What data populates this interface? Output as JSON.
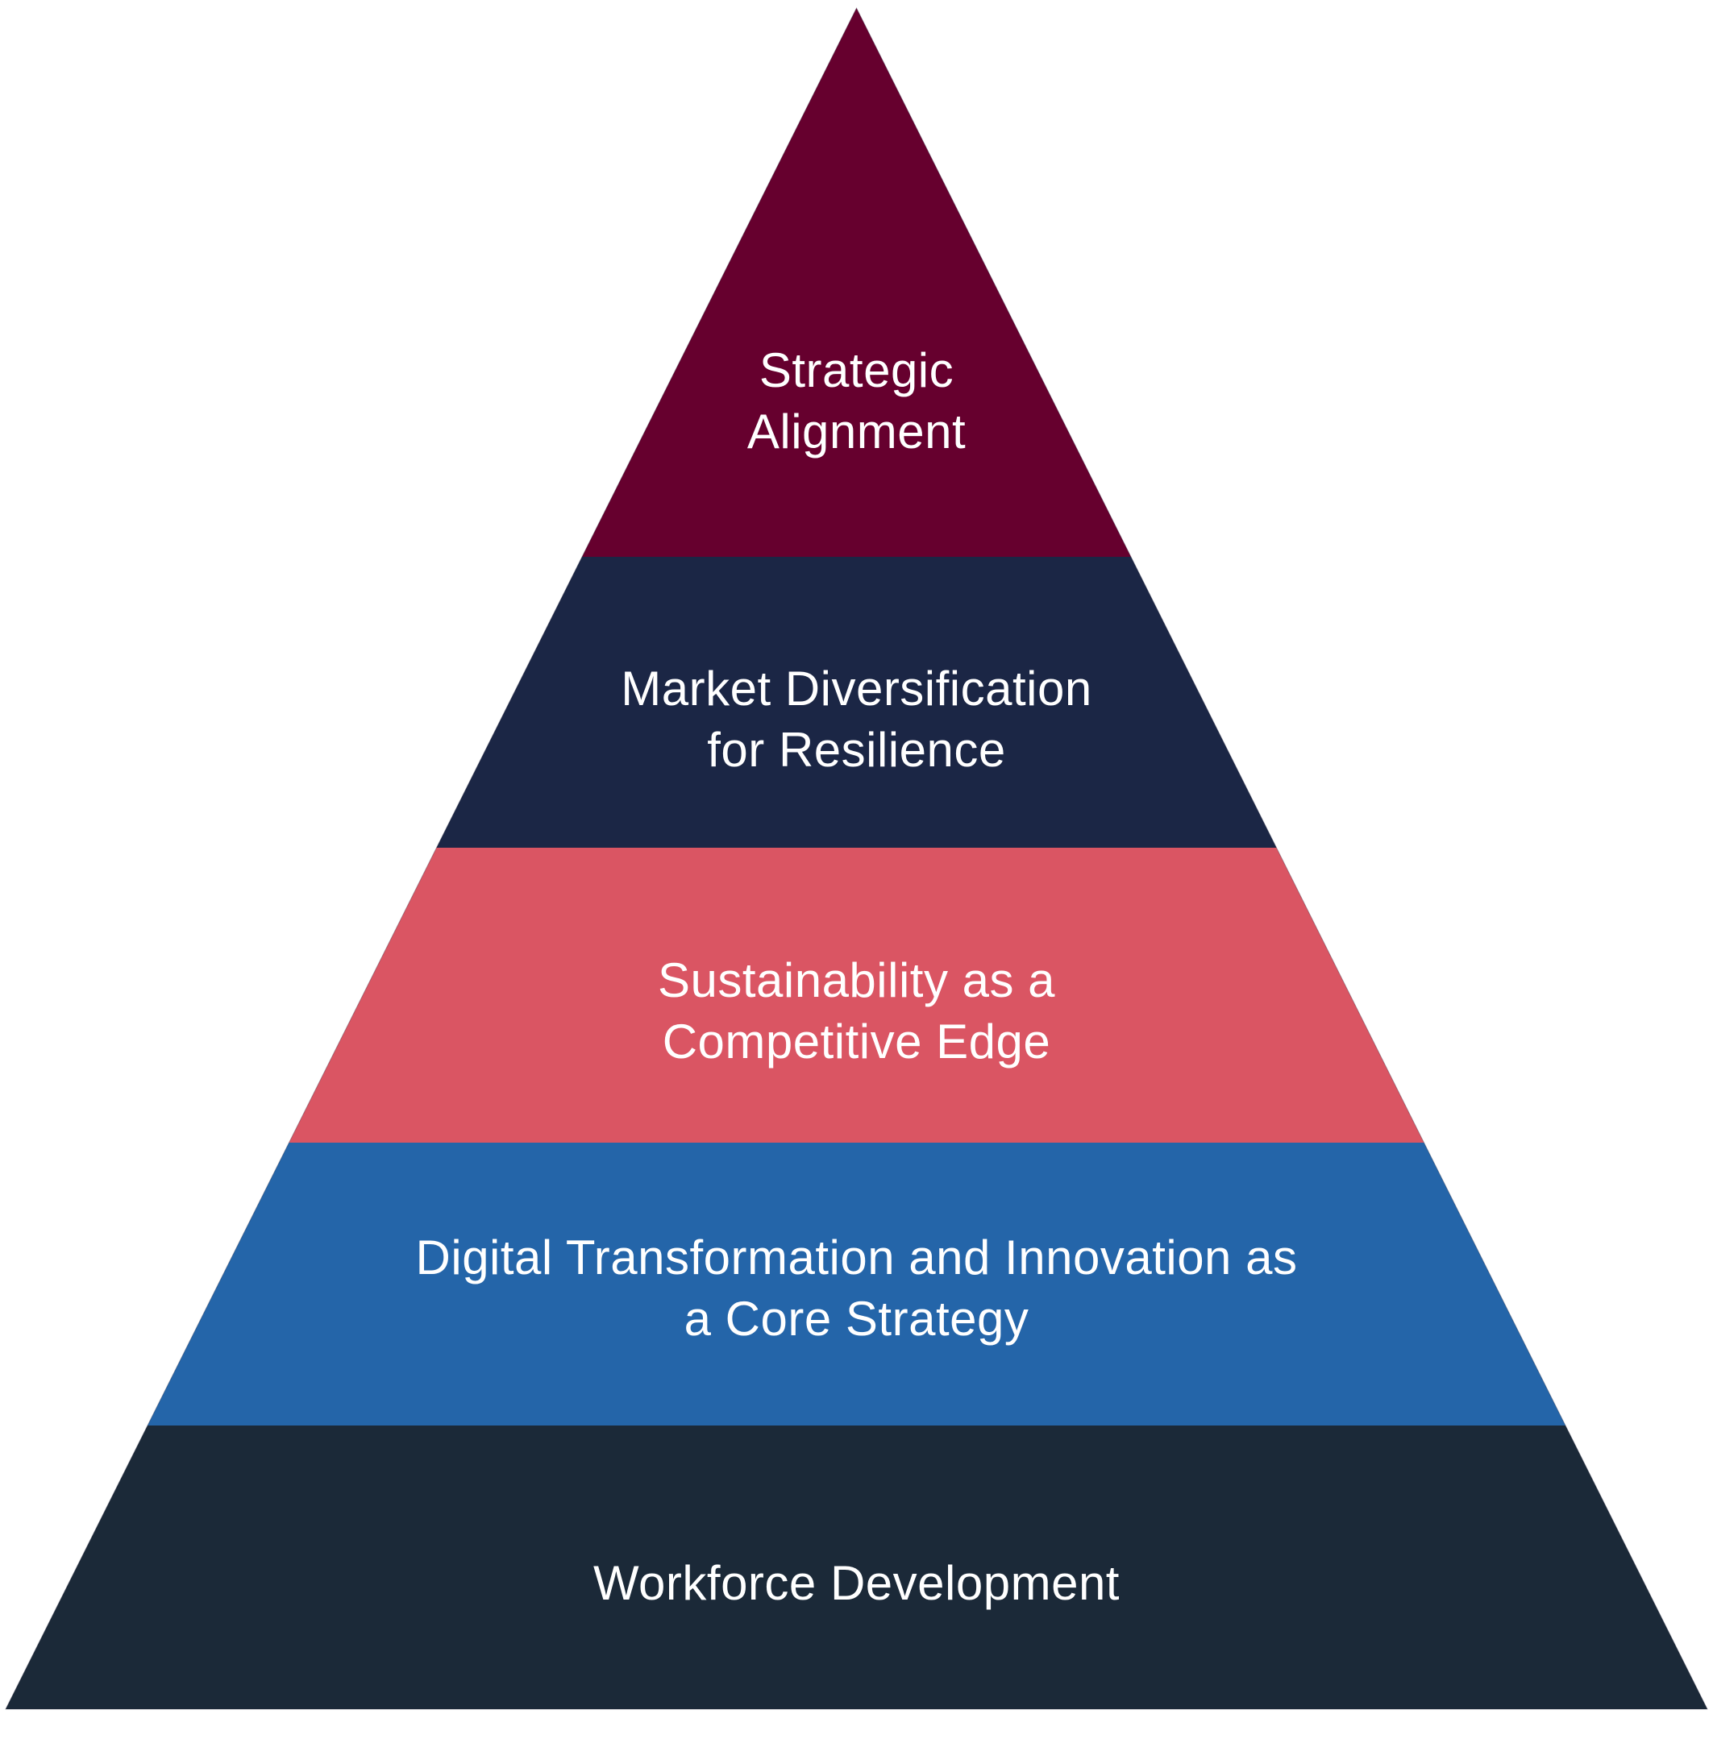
{
  "diagram": {
    "type": "pyramid",
    "orientation": "apex-up",
    "tiers": [
      {
        "level": 1,
        "lines": [
          "Strategic",
          "Alignment"
        ],
        "label": "Strategic Alignment",
        "color": "#66002E",
        "text_color": "#FFFFFF"
      },
      {
        "level": 2,
        "lines": [
          "Market Diversification",
          "for Resilience"
        ],
        "label": "Market Diversification for Resilience",
        "color": "#1B2645",
        "text_color": "#FFFFFF"
      },
      {
        "level": 3,
        "lines": [
          "Sustainability as a",
          "Competitive Edge"
        ],
        "label": "Sustainability as a Competitive Edge",
        "color": "#DA5563",
        "text_color": "#FFFFFF"
      },
      {
        "level": 4,
        "lines": [
          "Digital Transformation and Innovation as",
          "a Core Strategy"
        ],
        "label": "Digital Transformation and Innovation as a Core Strategy",
        "color": "#2465A9",
        "text_color": "#FFFFFF"
      },
      {
        "level": 5,
        "lines": [
          "Workforce Development"
        ],
        "label": "Workforce Development",
        "color": "#1B2938",
        "text_color": "#FFFFFF"
      }
    ],
    "background": "#FFFFFF"
  }
}
